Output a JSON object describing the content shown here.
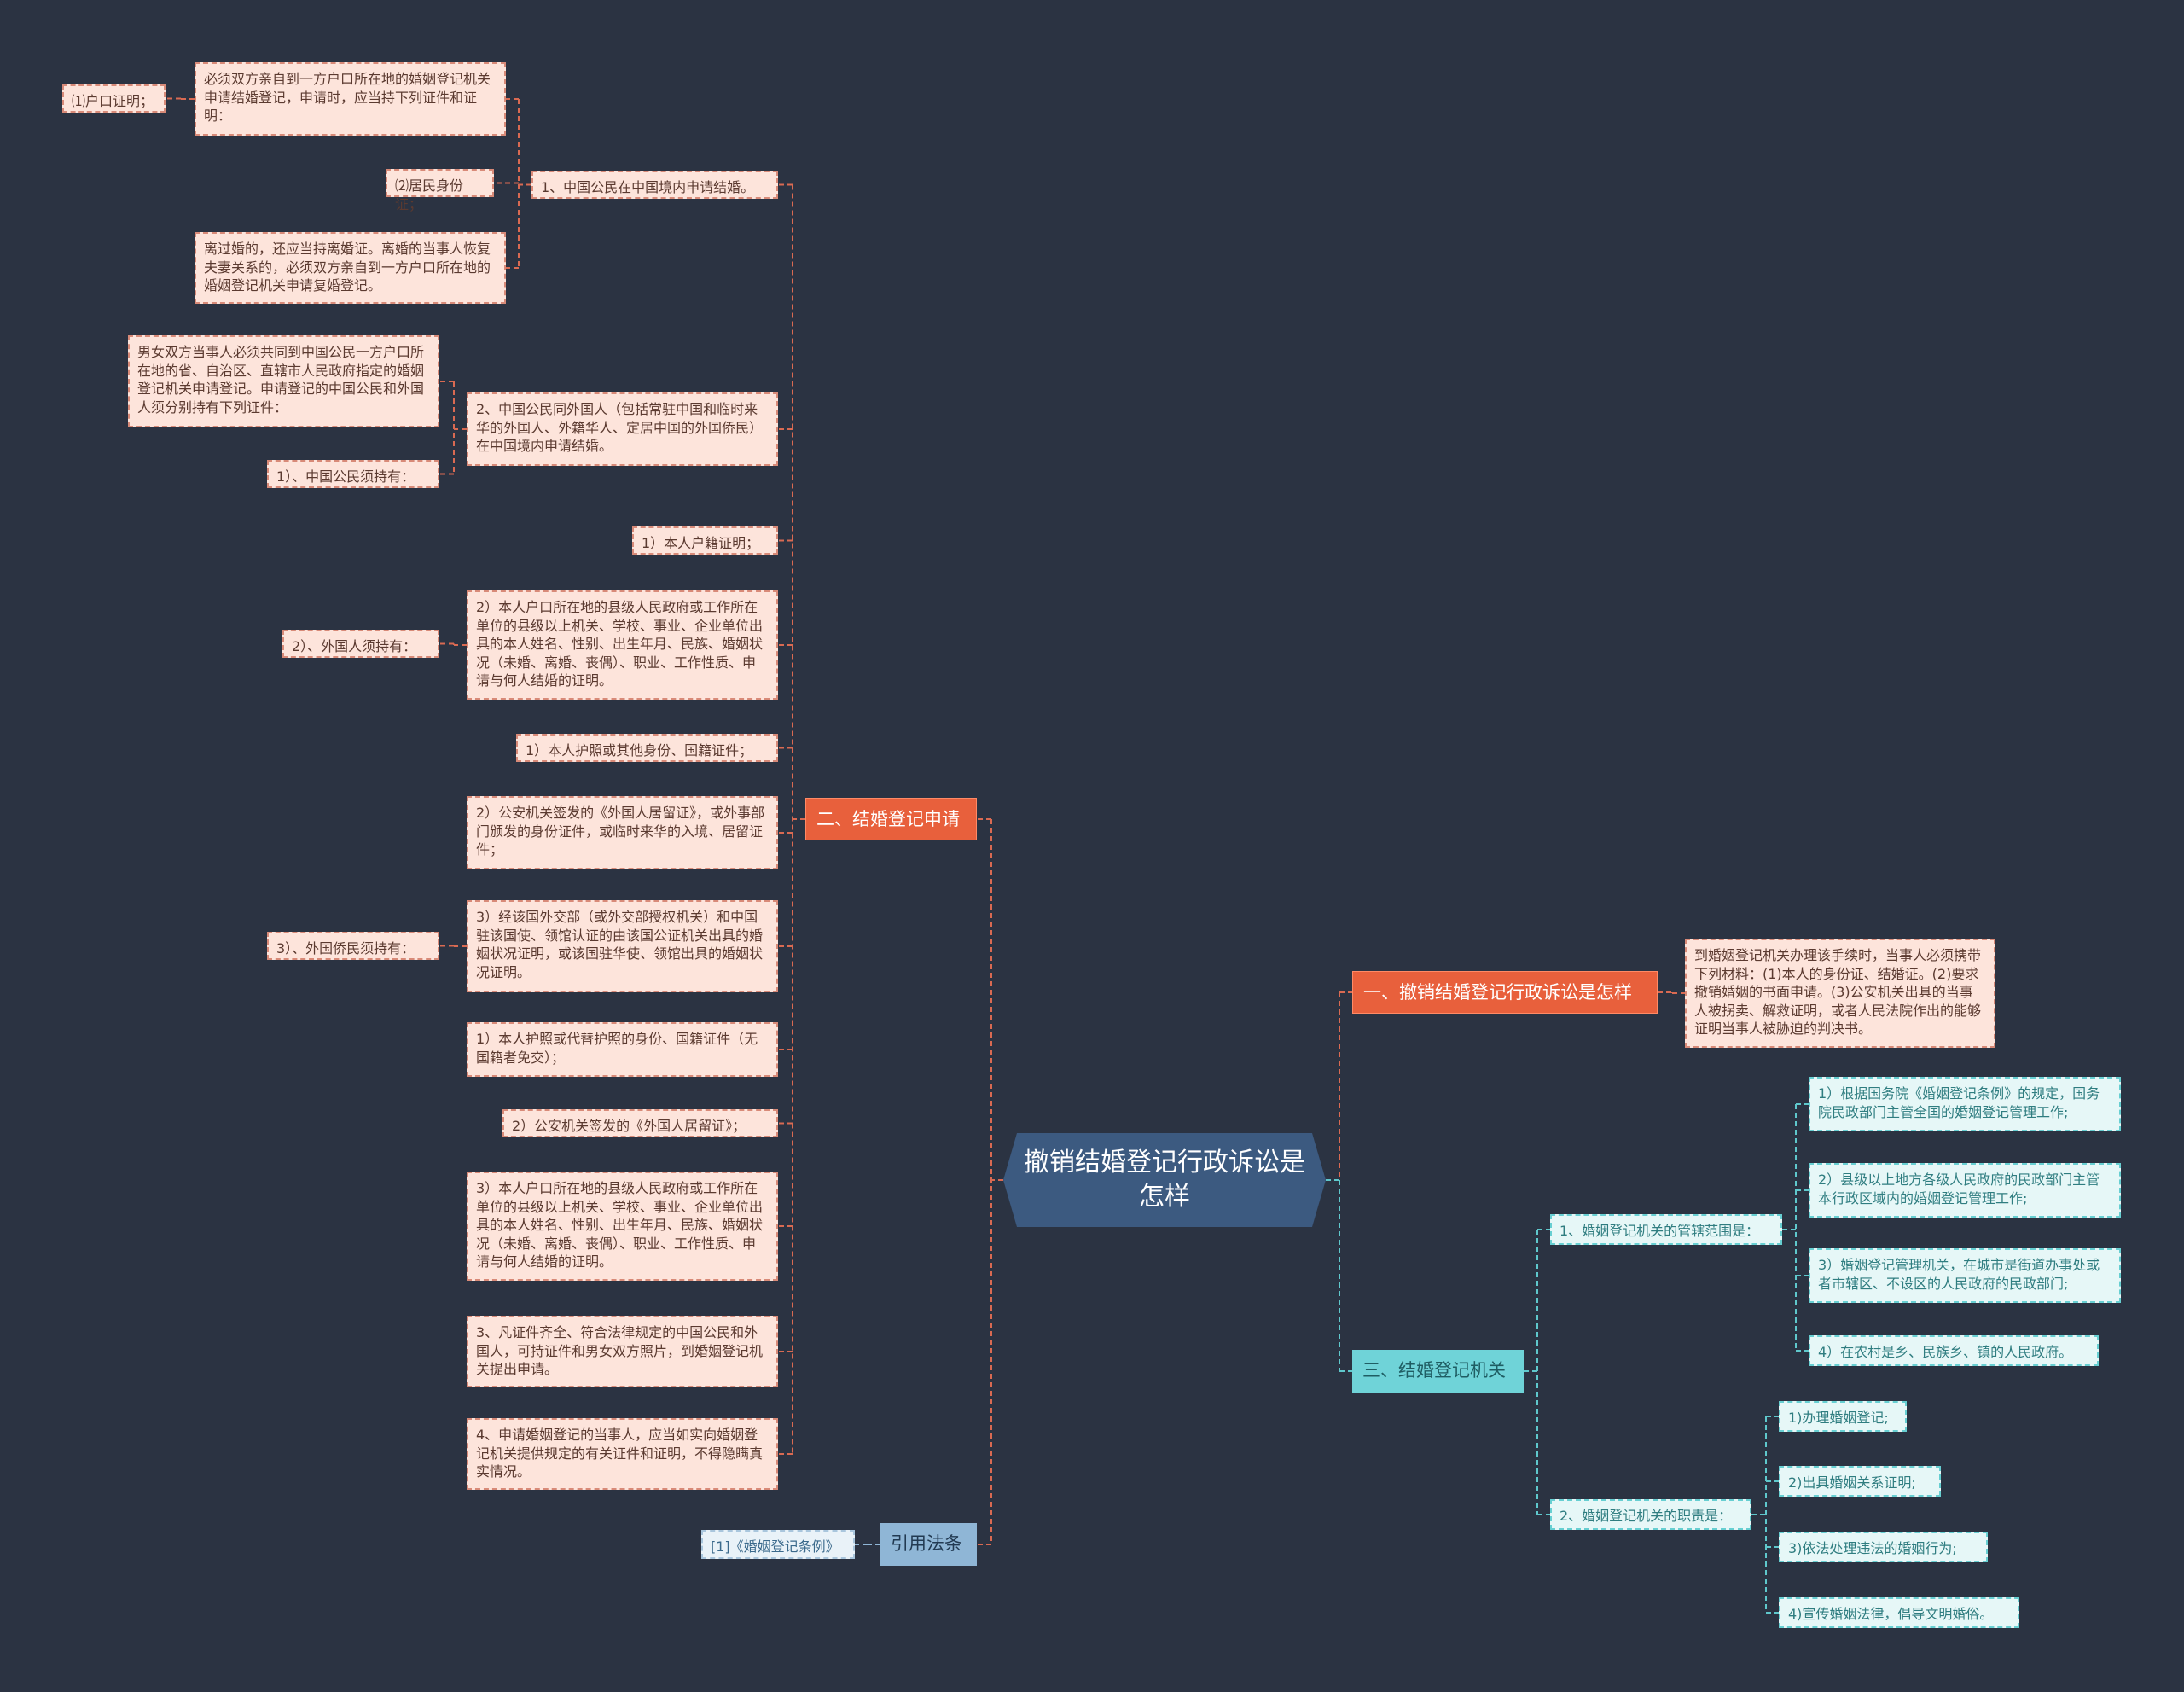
{
  "root": {
    "label": "撤销结婚登记行政诉讼是怎样"
  },
  "branch1": {
    "label": "一、撤销结婚登记行政诉讼是怎样",
    "detail": "到婚姻登记机关办理该手续时，当事人必须携带下列材料：(1)本人的身份证、结婚证。(2)要求撤销婚姻的书面申请。(3)公安机关出具的当事人被拐卖、解救证明，或者人民法院作出的能够证明当事人被胁迫的判决书。"
  },
  "branch2": {
    "label": "二、结婚登记申请",
    "item1": {
      "label": "1、中国公民在中国境内申请结婚。",
      "requirement": "必须双方亲自到一方户口所在地的婚姻登记机关申请结婚登记，申请时，应当持下列证件和证明：",
      "hukou": "⑴户口证明；",
      "id": "⑵居民身份证；",
      "remarry": "离过婚的，还应当持离婚证。离婚的当事人恢复夫妻关系的，必须双方亲自到一方户口所在地的婚姻登记机关申请复婚登记。"
    },
    "item2": {
      "label": "2、中国公民同外国人（包括常驻中国和临时来华的外国人、外籍华人、定居中国的外国侨民）在中国境内申请结婚。",
      "requirement": "男女双方当事人必须共同到中国公民一方户口所在地的省、自治区、直辖市人民政府指定的婚姻登记机关申请登记。申请登记的中国公民和外国人须分别持有下列证件：",
      "citizen_label": "1）、中国公民须持有：",
      "foreigner_label": "2）、外国人须持有：",
      "overseas_label": "3）、外国侨民须持有："
    },
    "citizen_docs": [
      "1）本人户籍证明；",
      "2）本人户口所在地的县级人民政府或工作所在单位的县级以上机关、学校、事业、企业单位出具的本人姓名、性别、出生年月、民族、婚姻状况（未婚、离婚、丧偶）、职业、工作性质、申请与何人结婚的证明。"
    ],
    "foreigner_docs": [
      "1）本人护照或其他身份、国籍证件；",
      "2）公安机关签发的《外国人居留证》，或外事部门颁发的身份证件，或临时来华的入境、居留证件；",
      "3）经该国外交部（或外交部授权机关）和中国驻该国使、领馆认证的由该国公证机关出具的婚姻状况证明，或该国驻华使、领馆出具的婚姻状况证明。"
    ],
    "overseas_docs": [
      "1）本人护照或代替护照的身份、国籍证件（无国籍者免交）；",
      "2）公安机关签发的《外国人居留证》；",
      "3）本人户口所在地的县级人民政府或工作所在单位的县级以上机关、学校、事业、企业单位出具的本人姓名、性别、出生年月、民族、婚姻状况（未婚、离婚、丧偶）、职业、工作性质、申请与何人结婚的证明。"
    ],
    "item3": "3、凡证件齐全、符合法律规定的中国公民和外国人，可持证件和男女双方照片，到婚姻登记机关提出申请。",
    "item4": "4、申请婚姻登记的当事人，应当如实向婚姻登记机关提供规定的有关证件和证明，不得隐瞒真实情况。"
  },
  "branch3": {
    "label": "三、结婚登记机关",
    "scope_label": "1、婚姻登记机关的管辖范围是：",
    "scope": [
      "1）根据国务院《婚姻登记条例》的规定，国务院民政部门主管全国的婚姻登记管理工作;",
      "2）县级以上地方各级人民政府的民政部门主管本行政区域内的婚姻登记管理工作;",
      "3）婚姻登记管理机关，在城市是街道办事处或者市辖区、不设区的人民政府的民政部门;",
      "4）在农村是乡、民族乡、镇的人民政府。"
    ],
    "duty_label": "2、婚姻登记机关的职责是：",
    "duties": [
      "1)办理婚姻登记;",
      "2)出具婚姻关系证明;",
      "3)依法处理违法的婚姻行为;",
      "4)宣传婚姻法律，倡导文明婚俗。"
    ]
  },
  "branch4": {
    "label": "引用法条",
    "ref": "[1]《婚姻登记条例》"
  },
  "colors": {
    "background": "#2b3342",
    "orange": "#e8603c",
    "teal": "#6fd3d8",
    "blue": "#8fb6d6",
    "root": "#3c5a80"
  }
}
